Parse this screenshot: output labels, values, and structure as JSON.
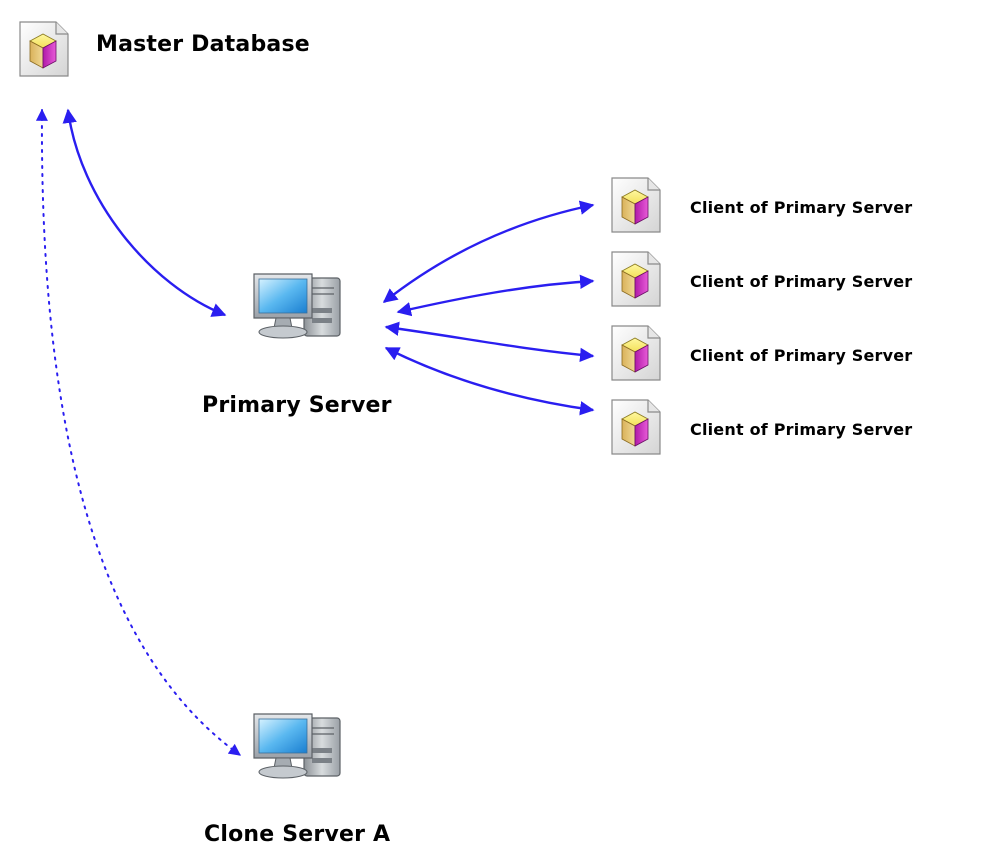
{
  "nodes": {
    "master_database": {
      "label": "Master Database",
      "icon": "database-file-icon"
    },
    "primary_server": {
      "label": "Primary Server",
      "icon": "server-computer-icon"
    },
    "clone_server": {
      "label": "Clone Server A",
      "icon": "server-computer-icon"
    },
    "clients": [
      {
        "label": "Client of Primary Server",
        "icon": "database-file-icon"
      },
      {
        "label": "Client of Primary Server",
        "icon": "database-file-icon"
      },
      {
        "label": "Client of Primary Server",
        "icon": "database-file-icon"
      },
      {
        "label": "Client of Primary Server",
        "icon": "database-file-icon"
      }
    ]
  },
  "edges": [
    {
      "from": "master_database",
      "to": "primary_server",
      "style": "solid",
      "direction": "bidirectional"
    },
    {
      "from": "master_database",
      "to": "clone_server",
      "style": "dotted",
      "direction": "bidirectional"
    },
    {
      "from": "primary_server",
      "to": "client_1",
      "style": "solid",
      "direction": "bidirectional"
    },
    {
      "from": "primary_server",
      "to": "client_2",
      "style": "solid",
      "direction": "bidirectional"
    },
    {
      "from": "primary_server",
      "to": "client_3",
      "style": "solid",
      "direction": "bidirectional"
    },
    {
      "from": "primary_server",
      "to": "client_4",
      "style": "solid",
      "direction": "bidirectional"
    }
  ],
  "colors": {
    "arrow": "#2a1ef0",
    "background": "#ffffff",
    "label": "#000000"
  }
}
